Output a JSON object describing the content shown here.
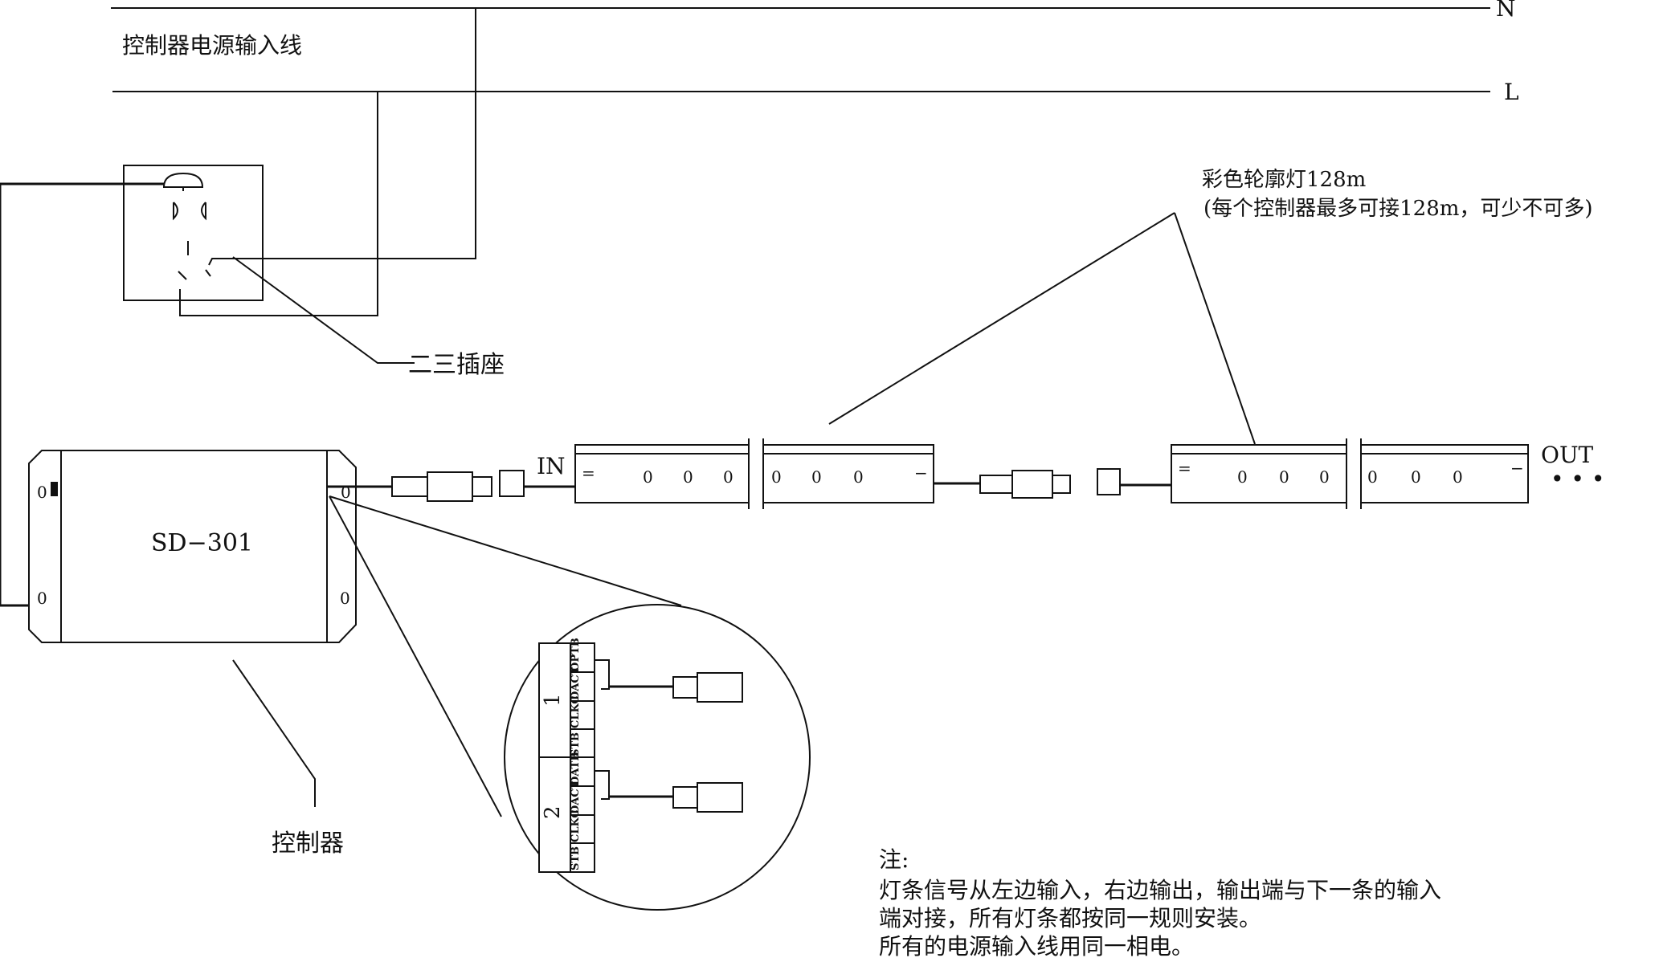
{
  "labels": {
    "power_input_line": "控制器电源输入线",
    "neutral": "N",
    "live": "L",
    "socket": "二三插座",
    "controller_model": "SD−301",
    "controller": "控制器",
    "strip_title": "彩色轮廓灯128m",
    "strip_note": "(每个控制器最多可接128m，可少不可多)",
    "in": "IN",
    "out": "OUT",
    "dots": "• • •",
    "port1": "1",
    "port2": "2",
    "pin_labels": [
      "OPTB",
      "DACT",
      "CLKC",
      "STB",
      "DATB",
      "DACT",
      "CLKC",
      "STB"
    ]
  },
  "notes": {
    "heading": "注:",
    "line1": "灯条信号从左边输入，右边输出，输出端与下一条的输入",
    "line2": "端对接，所有灯条都按同一规则安装。",
    "line3": "所有的电源输入线用同一相电。"
  }
}
